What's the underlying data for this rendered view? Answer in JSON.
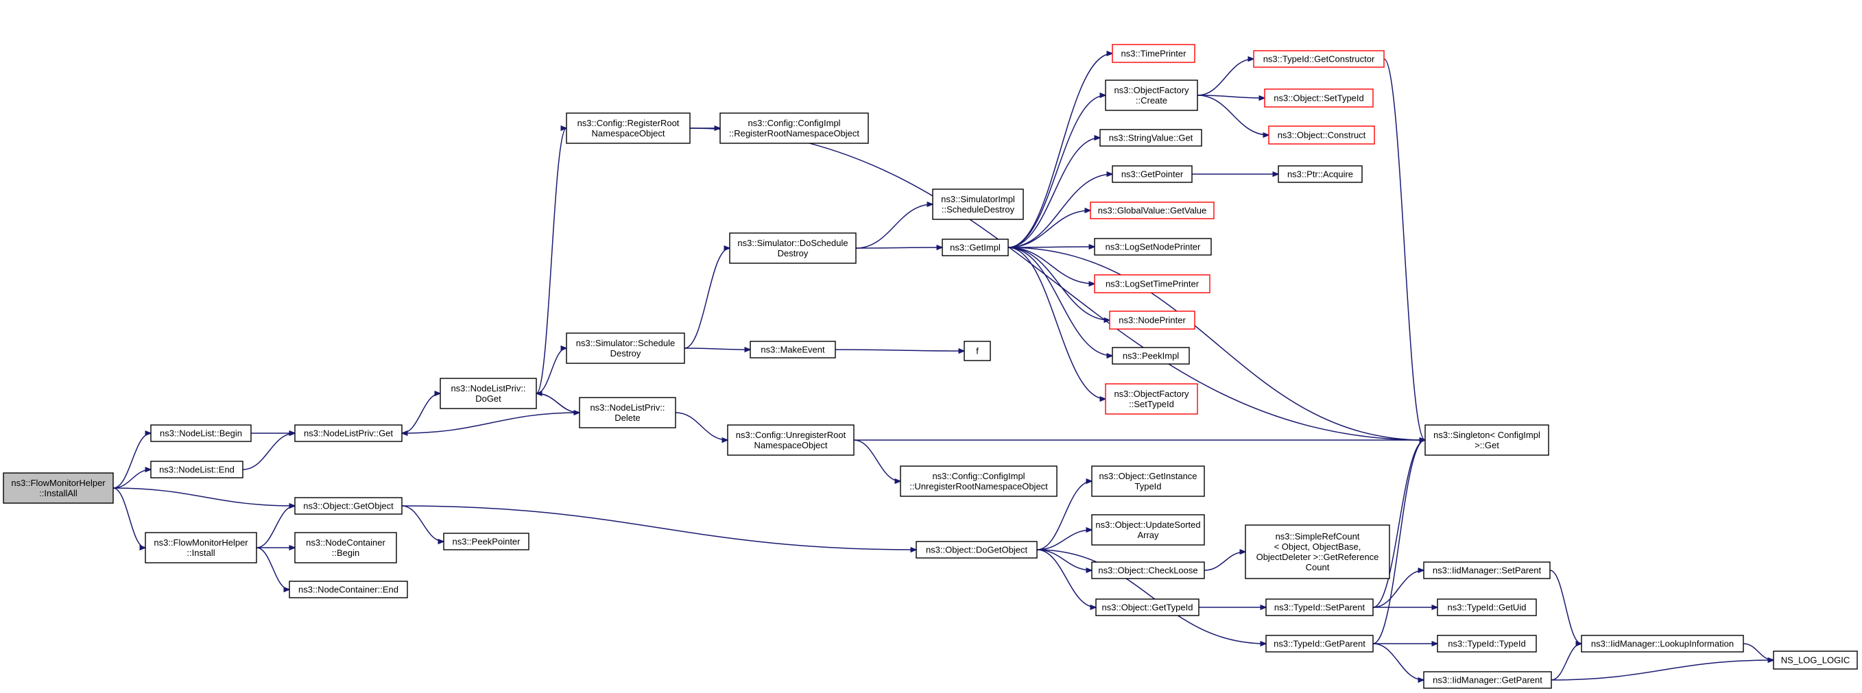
{
  "diagram": {
    "type": "call-graph",
    "colors": {
      "edge": "#191970",
      "border_default": "#000000",
      "border_external": "#ff0000",
      "root_fill": "#bfbfbf",
      "node_fill": "#ffffff",
      "background": "#ffffff"
    },
    "nodes": [
      {
        "id": "install_all",
        "lines": [
          "ns3::FlowMonitorHelper",
          "::InstallAll"
        ],
        "style": "root"
      },
      {
        "id": "nodelist_begin",
        "lines": [
          "ns3::NodeList::Begin"
        ],
        "style": "normal"
      },
      {
        "id": "nodelist_end",
        "lines": [
          "ns3::NodeList::End"
        ],
        "style": "normal"
      },
      {
        "id": "fmh_install",
        "lines": [
          "ns3::FlowMonitorHelper",
          "::Install"
        ],
        "style": "normal"
      },
      {
        "id": "nlp_get",
        "lines": [
          "ns3::NodeListPriv::Get"
        ],
        "style": "normal"
      },
      {
        "id": "obj_getobject",
        "lines": [
          "ns3::Object::GetObject"
        ],
        "style": "normal"
      },
      {
        "id": "nc_begin",
        "lines": [
          "ns3::NodeContainer",
          "::Begin"
        ],
        "style": "normal"
      },
      {
        "id": "nc_end",
        "lines": [
          "ns3::NodeContainer::End"
        ],
        "style": "normal"
      },
      {
        "id": "nlp_doget",
        "lines": [
          "ns3::NodeListPriv::",
          "DoGet"
        ],
        "style": "normal"
      },
      {
        "id": "peekpointer",
        "lines": [
          "ns3::PeekPointer"
        ],
        "style": "normal"
      },
      {
        "id": "cfg_register",
        "lines": [
          "ns3::Config::RegisterRoot",
          "NamespaceObject"
        ],
        "style": "normal"
      },
      {
        "id": "sim_schedule_destroy",
        "lines": [
          "ns3::Simulator::Schedule",
          "Destroy"
        ],
        "style": "normal"
      },
      {
        "id": "nlp_delete",
        "lines": [
          "ns3::NodeListPriv::",
          "Delete"
        ],
        "style": "normal"
      },
      {
        "id": "cfgimpl_register",
        "lines": [
          "ns3::Config::ConfigImpl",
          "::RegisterRootNamespaceObject"
        ],
        "style": "normal"
      },
      {
        "id": "sim_doschedule_destroy",
        "lines": [
          "ns3::Simulator::DoSchedule",
          "Destroy"
        ],
        "style": "normal"
      },
      {
        "id": "makeevent",
        "lines": [
          "ns3::MakeEvent"
        ],
        "style": "normal"
      },
      {
        "id": "cfg_unregister",
        "lines": [
          "ns3::Config::UnregisterRoot",
          "NamespaceObject"
        ],
        "style": "normal"
      },
      {
        "id": "cfgimpl_unregister",
        "lines": [
          "ns3::Config::ConfigImpl",
          "::UnregisterRootNamespaceObject"
        ],
        "style": "normal"
      },
      {
        "id": "obj_dogetobject",
        "lines": [
          "ns3::Object::DoGetObject"
        ],
        "style": "normal"
      },
      {
        "id": "simimpl_schedule_destroy",
        "lines": [
          "ns3::SimulatorImpl",
          "::ScheduleDestroy"
        ],
        "style": "normal"
      },
      {
        "id": "getimpl",
        "lines": [
          "ns3::GetImpl"
        ],
        "style": "normal"
      },
      {
        "id": "f",
        "lines": [
          "f"
        ],
        "style": "normal"
      },
      {
        "id": "timeprinter",
        "lines": [
          "ns3::TimePrinter"
        ],
        "style": "external"
      },
      {
        "id": "objfactory_create",
        "lines": [
          "ns3::ObjectFactory",
          "::Create"
        ],
        "style": "normal"
      },
      {
        "id": "stringvalue_get",
        "lines": [
          "ns3::StringValue::Get"
        ],
        "style": "normal"
      },
      {
        "id": "getpointer",
        "lines": [
          "ns3::GetPointer"
        ],
        "style": "normal"
      },
      {
        "id": "globalvalue_getvalue",
        "lines": [
          "ns3::GlobalValue::GetValue"
        ],
        "style": "external"
      },
      {
        "id": "logsetnodeprinter",
        "lines": [
          "ns3::LogSetNodePrinter"
        ],
        "style": "normal"
      },
      {
        "id": "logsettimeprinter",
        "lines": [
          "ns3::LogSetTimePrinter"
        ],
        "style": "external"
      },
      {
        "id": "nodeprinter",
        "lines": [
          "ns3::NodePrinter"
        ],
        "style": "external"
      },
      {
        "id": "peekimpl",
        "lines": [
          "ns3::PeekImpl"
        ],
        "style": "normal"
      },
      {
        "id": "objfactory_settypeid",
        "lines": [
          "ns3::ObjectFactory",
          "::SetTypeId"
        ],
        "style": "external"
      },
      {
        "id": "obj_getinstancetypeid",
        "lines": [
          "ns3::Object::GetInstance",
          "TypeId"
        ],
        "style": "normal"
      },
      {
        "id": "obj_updatesortedarray",
        "lines": [
          "ns3::Object::UpdateSorted",
          "Array"
        ],
        "style": "normal"
      },
      {
        "id": "obj_checkloose",
        "lines": [
          "ns3::Object::CheckLoose"
        ],
        "style": "normal"
      },
      {
        "id": "obj_gettypeid",
        "lines": [
          "ns3::Object::GetTypeId"
        ],
        "style": "normal"
      },
      {
        "id": "typeid_getconstructor",
        "lines": [
          "ns3::TypeId::GetConstructor"
        ],
        "style": "external"
      },
      {
        "id": "obj_settypeid",
        "lines": [
          "ns3::Object::SetTypeId"
        ],
        "style": "external"
      },
      {
        "id": "obj_construct",
        "lines": [
          "ns3::Object::Construct"
        ],
        "style": "external"
      },
      {
        "id": "ptr_acquire",
        "lines": [
          "ns3::Ptr::Acquire"
        ],
        "style": "normal"
      },
      {
        "id": "simplerefcount",
        "lines": [
          "ns3::SimpleRefCount",
          "< Object, ObjectBase,",
          "ObjectDeleter >::GetReference",
          "Count"
        ],
        "style": "normal"
      },
      {
        "id": "typeid_setparent",
        "lines": [
          "ns3::TypeId::SetParent"
        ],
        "style": "normal"
      },
      {
        "id": "typeid_getparent",
        "lines": [
          "ns3::TypeId::GetParent"
        ],
        "style": "normal"
      },
      {
        "id": "singleton_get",
        "lines": [
          "ns3::Singleton< ConfigImpl",
          ">::Get"
        ],
        "style": "normal"
      },
      {
        "id": "iidmgr_setparent",
        "lines": [
          "ns3::IidManager::SetParent"
        ],
        "style": "normal"
      },
      {
        "id": "typeid_getuid",
        "lines": [
          "ns3::TypeId::GetUid"
        ],
        "style": "normal"
      },
      {
        "id": "typeid_typeid",
        "lines": [
          "ns3::TypeId::TypeId"
        ],
        "style": "normal"
      },
      {
        "id": "iidmgr_getparent",
        "lines": [
          "ns3::IidManager::GetParent"
        ],
        "style": "normal"
      },
      {
        "id": "iidmgr_lookupinformation",
        "lines": [
          "ns3::IidManager::LookupInformation"
        ],
        "style": "normal"
      },
      {
        "id": "ns_log_logic",
        "lines": [
          "NS_LOG_LOGIC"
        ],
        "style": "normal"
      }
    ],
    "edges": [
      [
        "install_all",
        "nodelist_begin"
      ],
      [
        "install_all",
        "nodelist_end"
      ],
      [
        "install_all",
        "obj_getobject"
      ],
      [
        "install_all",
        "fmh_install"
      ],
      [
        "nodelist_begin",
        "nlp_get"
      ],
      [
        "nodelist_end",
        "nlp_get"
      ],
      [
        "nlp_get",
        "nlp_doget"
      ],
      [
        "fmh_install",
        "obj_getobject"
      ],
      [
        "fmh_install",
        "nc_begin"
      ],
      [
        "fmh_install",
        "nc_end"
      ],
      [
        "obj_getobject",
        "peekpointer"
      ],
      [
        "obj_getobject",
        "obj_dogetobject"
      ],
      [
        "nlp_doget",
        "cfg_register"
      ],
      [
        "nlp_doget",
        "sim_schedule_destroy"
      ],
      [
        "nlp_doget",
        "nlp_delete"
      ],
      [
        "nlp_delete",
        "nlp_doget"
      ],
      [
        "nlp_delete",
        "nlp_get"
      ],
      [
        "nlp_delete",
        "cfg_unregister"
      ],
      [
        "cfg_register",
        "cfgimpl_register"
      ],
      [
        "cfg_register",
        "singleton_get"
      ],
      [
        "sim_schedule_destroy",
        "sim_doschedule_destroy"
      ],
      [
        "sim_schedule_destroy",
        "makeevent"
      ],
      [
        "sim_doschedule_destroy",
        "simimpl_schedule_destroy"
      ],
      [
        "sim_doschedule_destroy",
        "getimpl"
      ],
      [
        "makeevent",
        "f"
      ],
      [
        "cfg_unregister",
        "cfgimpl_unregister"
      ],
      [
        "cfg_unregister",
        "singleton_get"
      ],
      [
        "getimpl",
        "timeprinter"
      ],
      [
        "getimpl",
        "objfactory_create"
      ],
      [
        "getimpl",
        "stringvalue_get"
      ],
      [
        "getimpl",
        "getpointer"
      ],
      [
        "getimpl",
        "globalvalue_getvalue"
      ],
      [
        "getimpl",
        "logsetnodeprinter"
      ],
      [
        "getimpl",
        "logsettimeprinter"
      ],
      [
        "getimpl",
        "nodeprinter"
      ],
      [
        "getimpl",
        "peekimpl"
      ],
      [
        "getimpl",
        "objfactory_settypeid"
      ],
      [
        "getimpl",
        "singleton_get"
      ],
      [
        "objfactory_create",
        "typeid_getconstructor"
      ],
      [
        "objfactory_create",
        "obj_settypeid"
      ],
      [
        "objfactory_create",
        "obj_construct"
      ],
      [
        "getpointer",
        "ptr_acquire"
      ],
      [
        "typeid_getconstructor",
        "singleton_get"
      ],
      [
        "obj_dogetobject",
        "obj_getinstancetypeid"
      ],
      [
        "obj_dogetobject",
        "obj_updatesortedarray"
      ],
      [
        "obj_dogetobject",
        "obj_checkloose"
      ],
      [
        "obj_dogetobject",
        "obj_gettypeid"
      ],
      [
        "obj_dogetobject",
        "typeid_getparent"
      ],
      [
        "obj_checkloose",
        "simplerefcount"
      ],
      [
        "obj_gettypeid",
        "typeid_setparent"
      ],
      [
        "typeid_setparent",
        "singleton_get"
      ],
      [
        "typeid_setparent",
        "iidmgr_setparent"
      ],
      [
        "typeid_setparent",
        "typeid_getuid"
      ],
      [
        "typeid_getparent",
        "singleton_get"
      ],
      [
        "typeid_getparent",
        "typeid_typeid"
      ],
      [
        "typeid_getparent",
        "iidmgr_getparent"
      ],
      [
        "iidmgr_setparent",
        "iidmgr_lookupinformation"
      ],
      [
        "iidmgr_getparent",
        "iidmgr_lookupinformation"
      ],
      [
        "iidmgr_getparent",
        "ns_log_logic"
      ],
      [
        "iidmgr_lookupinformation",
        "ns_log_logic"
      ]
    ]
  }
}
